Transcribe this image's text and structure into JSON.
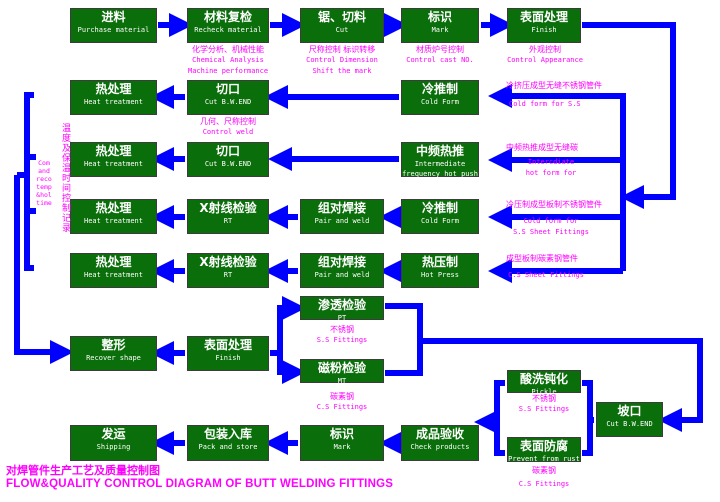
{
  "colors": {
    "box": "#0a6e0a",
    "arrow": "#0000ff",
    "note": "#ff00ff"
  },
  "boxes": {
    "purchase": {
      "zh": "进料",
      "en": "Purchase material"
    },
    "recheck": {
      "zh": "材料复检",
      "en": "Recheck material"
    },
    "cut": {
      "zh": "锯、切料",
      "en": "Cut"
    },
    "mark1": {
      "zh": "标识",
      "en": "Mark"
    },
    "finish1": {
      "zh": "表面处理",
      "en": "Finish"
    },
    "heat1": {
      "zh": "热处理",
      "en": "Heat treatment"
    },
    "cutbw1": {
      "zh": "切口",
      "en": "Cut B.W.END"
    },
    "coldform1": {
      "zh": "冷推制",
      "en": "Cold Form"
    },
    "heat2": {
      "zh": "热处理",
      "en": "Heat treatment"
    },
    "cutbw2": {
      "zh": "切口",
      "en": "Cut B.W.END"
    },
    "ifhp": {
      "zh": "中频热推",
      "en": "Intermediate",
      "en2": "frequency hot push"
    },
    "heat3": {
      "zh": "热处理",
      "en": "Heat treatment"
    },
    "rt1": {
      "zh": "X射线检验",
      "en": "RT"
    },
    "pair1": {
      "zh": "组对焊接",
      "en": "Pair and weld"
    },
    "coldform2": {
      "zh": "冷推制",
      "en": "Cold Form"
    },
    "heat4": {
      "zh": "热处理",
      "en": "Heat treatment"
    },
    "rt2": {
      "zh": "X射线检验",
      "en": "RT"
    },
    "pair2": {
      "zh": "组对焊接",
      "en": "Pair and weld"
    },
    "hotpress": {
      "zh": "热压制",
      "en": "Hot Press"
    },
    "pt": {
      "zh": "渗透检验",
      "en": "PT"
    },
    "mt": {
      "zh": "磁粉检验",
      "en": "MT"
    },
    "recover": {
      "zh": "整形",
      "en": "Recover shape"
    },
    "finish2": {
      "zh": "表面处理",
      "en": "Finish"
    },
    "pickle": {
      "zh": "酸洗钝化",
      "en": "Pickle"
    },
    "cutbw3": {
      "zh": "坡口",
      "en": "Cut B.W.END"
    },
    "rust": {
      "zh": "表面防腐",
      "en": "Prevent from rust"
    },
    "check": {
      "zh": "成品验收",
      "en": "Check products"
    },
    "mark2": {
      "zh": "标识",
      "en": "Mark"
    },
    "pack": {
      "zh": "包装入库",
      "en": "Pack and store"
    },
    "ship": {
      "zh": "发运",
      "en": "Shipping"
    }
  },
  "notes": {
    "recheck": [
      "化学分析、机械性能",
      "Chemical Analysis",
      "Machine performance"
    ],
    "cut": [
      "尺称控制 标识转移",
      "Control Dimension",
      "Shift the mark"
    ],
    "mark": [
      "材质炉号控制",
      "Control cast NO."
    ],
    "finish": [
      "外观控制",
      "Control Appearance"
    ],
    "cutbw": [
      "几何、尺称控制",
      "Control weld"
    ],
    "coldss": [
      "冷挤压成型无缝不锈钢管件",
      "Cold form for S.S"
    ],
    "ifhp": [
      "中频热推成型无缝碳",
      "Intercdiate",
      "hot form for"
    ],
    "coldsheet": [
      "冷压制成型板制不锈钢管件",
      "Cold form for",
      "S.S Sheet Fittings"
    ],
    "hotsheet": [
      "成型板制碳素钢管件",
      "C.S Sheet Fittings"
    ],
    "pt": [
      "不锈钢",
      "S.S Fittings"
    ],
    "mt": [
      "碳素钢",
      "C.S Fittings"
    ],
    "pickle": [
      "不锈钢",
      "S.S Fittings"
    ],
    "rust": [
      "碳素钢",
      "C.S Fittings"
    ],
    "temp_en": [
      "Com",
      "and",
      "reco",
      "temp",
      "&hol",
      "time"
    ],
    "temp_zh": "温度及保温时间控制记录"
  },
  "title": {
    "zh": "对焊管件生产工艺及质量控制图",
    "en": "FLOW&QUALITY CONTROL DIAGRAM OF BUTT WELDING FITTINGS"
  }
}
